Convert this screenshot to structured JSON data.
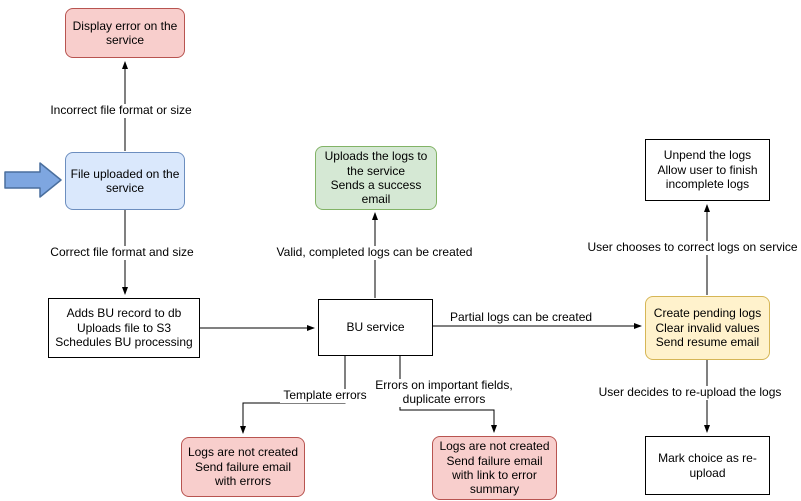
{
  "colors": {
    "pink_fill": "#f8cecc",
    "pink_border": "#b85450",
    "blue_fill": "#dae8fc",
    "blue_border": "#6c8ebf",
    "green_fill": "#d5e8d4",
    "green_border": "#82b366",
    "yellow_fill": "#fff2cc",
    "yellow_border": "#d6b656",
    "white_fill": "#ffffff",
    "black_border": "#000000",
    "arrow_fill": "#7ea6e0",
    "arrow_border": "#4a6f9e",
    "line": "#000000"
  },
  "nodes": {
    "display_error": "Display error on the\nservice",
    "file_uploaded": "File uploaded on the\nservice",
    "adds_bu_record": "Adds BU record to db\nUploads file to S3\nSchedules BU processing",
    "bu_service": "BU service",
    "uploads_logs": "Uploads the logs to\nthe service\nSends a success\nemail",
    "logs_fail_errors": "Logs are not created\nSend failure email\nwith errors",
    "logs_fail_summary": "Logs are not created\nSend failure email\nwith link to error\nsummary",
    "create_pending": "Create pending logs\nClear invalid values\nSend resume email",
    "unpend_logs": "Unpend the logs\nAllow user to finish\nincomplete logs",
    "mark_choice": "Mark choice as re-\nupload"
  },
  "edge_labels": {
    "incorrect": "Incorrect file format or size",
    "correct": "Correct file format and size",
    "valid": "Valid, completed logs can be created",
    "partial": "Partial logs can be created",
    "template": "Template errors",
    "important_fields": "Errors on important fields,\nduplicate errors",
    "user_correct": "User chooses to correct logs on service",
    "user_reupload": "User decides to re-upload the logs"
  }
}
